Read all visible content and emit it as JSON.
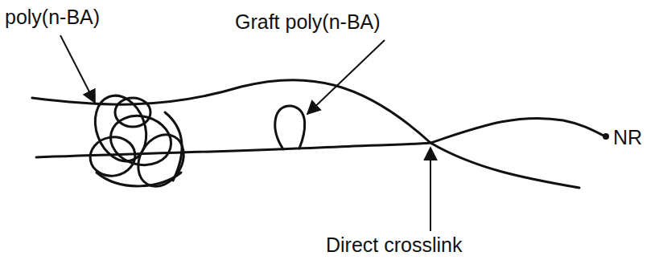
{
  "diagram": {
    "labels": [
      "poly(n-BA)",
      "Graft poly(n-BA)",
      "NR",
      "Direct crosslink"
    ]
  }
}
